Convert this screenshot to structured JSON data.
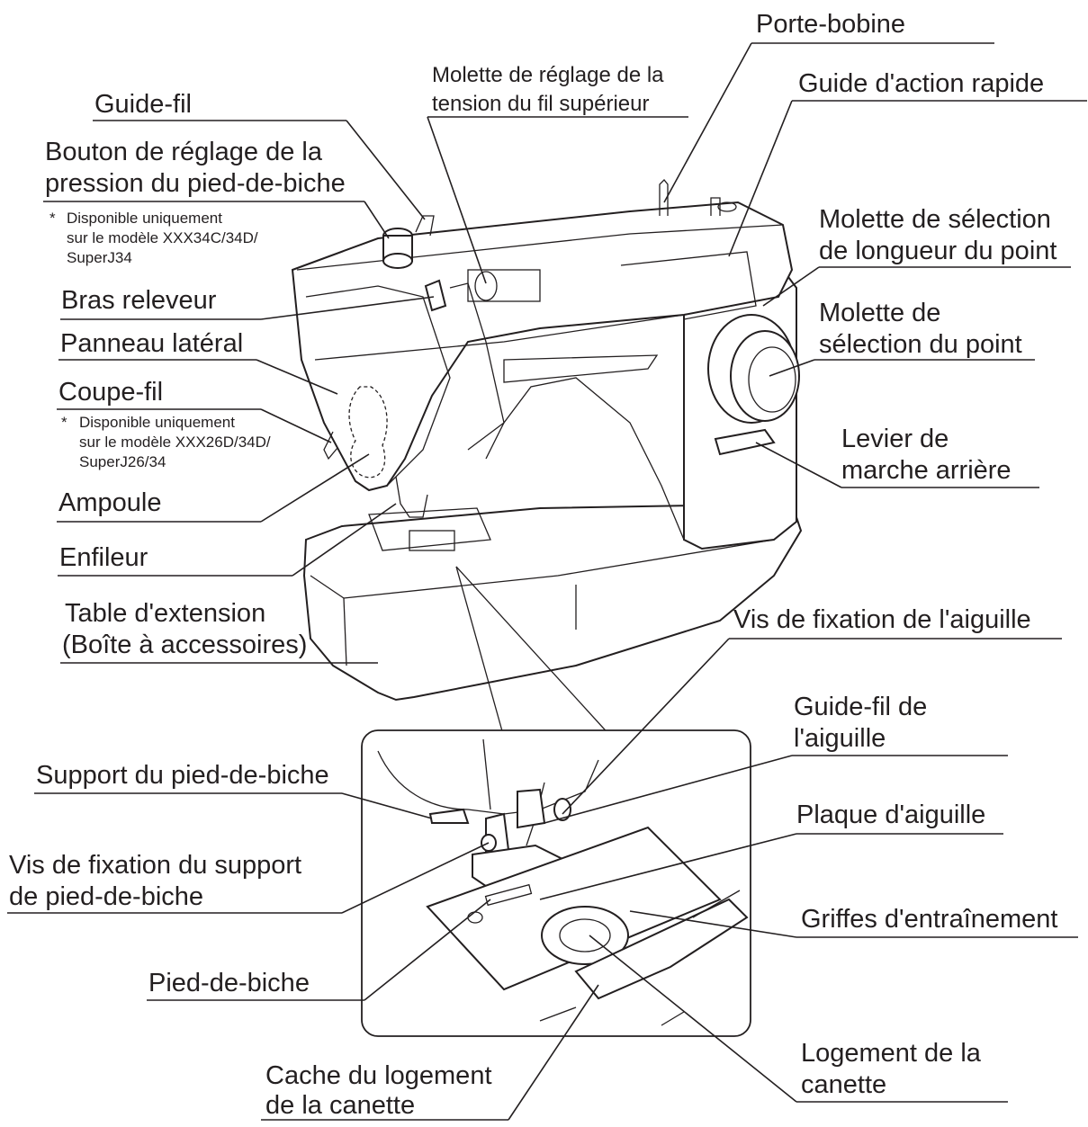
{
  "labels": {
    "porte_bobine": "Porte-bobine",
    "molette_tension_1": "Molette de réglage de la",
    "molette_tension_2": "tension du fil supérieur",
    "guide_fil": "Guide-fil",
    "guide_action_rapide": "Guide d'action rapide",
    "bouton_pression_1": "Bouton de réglage de la",
    "bouton_pression_2": "pression du pied-de-biche",
    "note_pression_1": "Disponible uniquement",
    "note_pression_2": "sur le modèle XXX34C/34D/",
    "note_pression_3": "SuperJ34",
    "molette_longueur_1": "Molette de sélection",
    "molette_longueur_2": "de longueur du point",
    "bras_releveur": "Bras releveur",
    "molette_point_1": "Molette de",
    "molette_point_2": "sélection du point",
    "panneau_lateral": "Panneau latéral",
    "coupe_fil": "Coupe-fil",
    "note_coupe_1": "Disponible uniquement",
    "note_coupe_2": "sur le modèle XXX26D/34D/",
    "note_coupe_3": "SuperJ26/34",
    "levier_1": "Levier de",
    "levier_2": "marche arrière",
    "ampoule": "Ampoule",
    "enfileur": "Enfileur",
    "table_1": "Table d'extension",
    "table_2": "(Boîte à accessoires)",
    "vis_aiguille": "Vis de fixation de l'aiguille",
    "guide_fil_aiguille_1": "Guide-fil de",
    "guide_fil_aiguille_2": "l'aiguille",
    "support_pied": "Support du pied-de-biche",
    "plaque": "Plaque d'aiguille",
    "vis_support_1": "Vis de fixation du support",
    "vis_support_2": "de pied-de-biche",
    "griffes": "Griffes d'entraînement",
    "pied": "Pied-de-biche",
    "logement_1": "Logement de la",
    "logement_2": "canette",
    "cache_1": "Cache du logement",
    "cache_2": "de la canette",
    "asterisk": "*"
  }
}
